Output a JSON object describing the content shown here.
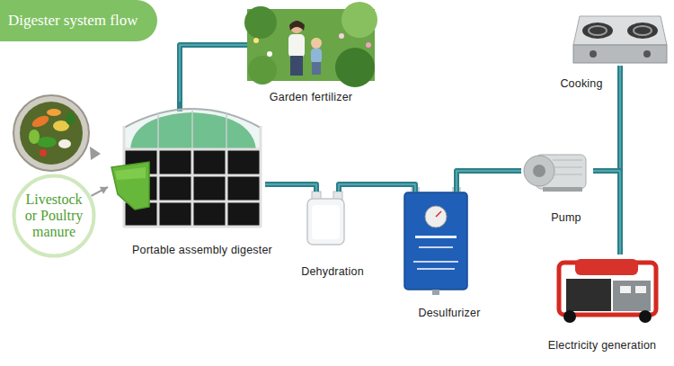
{
  "diagram": {
    "title": "Digester system flow",
    "nodes": [
      {
        "text": [
          "Garden fertilizer"
        ]
      },
      {
        "text": [
          "Cooking"
        ]
      },
      {
        "text": [
          "Livestock or Poultry manure"
        ]
      },
      {
        "text": [
          "Portable assembly digester"
        ]
      },
      {
        "text": [
          "Pump"
        ]
      },
      {
        "text": [
          "Dehydration"
        ]
      },
      {
        "text": [
          "Desulfurizer"
        ]
      },
      {
        "text": [
          "Electricity generation"
        ]
      }
    ],
    "edges": [
      {
        "from": 3,
        "to": 0,
        "arrow": "none"
      },
      {
        "from": 2,
        "to": 3,
        "arrow": "to"
      },
      {
        "from": 3,
        "to": 5,
        "arrow": "none"
      },
      {
        "from": 5,
        "to": 6,
        "arrow": "none"
      },
      {
        "from": 6,
        "to": 4,
        "arrow": "none"
      },
      {
        "from": 4,
        "to": 1,
        "arrow": "none"
      },
      {
        "from": 4,
        "to": 7,
        "arrow": "none"
      }
    ]
  }
}
